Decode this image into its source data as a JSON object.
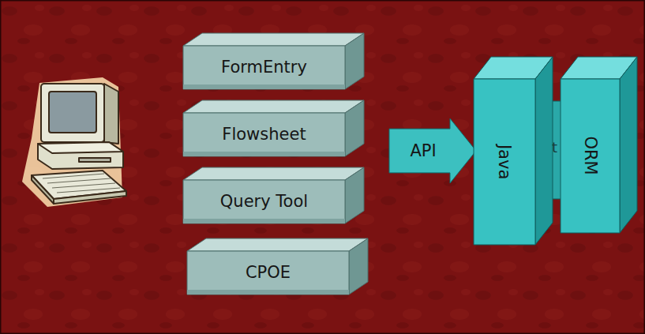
{
  "diagram": {
    "nodes": [
      {
        "text": [
          "FormEntry"
        ]
      },
      {
        "text": [
          "Flowsheet"
        ]
      },
      {
        "text": [
          "Query Tool"
        ]
      },
      {
        "text": [
          "CPOE"
        ]
      },
      {
        "text": [
          "API"
        ]
      },
      {
        "text": [
          "Java"
        ]
      },
      {
        "text": [
          "ORM"
        ]
      }
    ],
    "labels": [
      "t"
    ]
  }
}
